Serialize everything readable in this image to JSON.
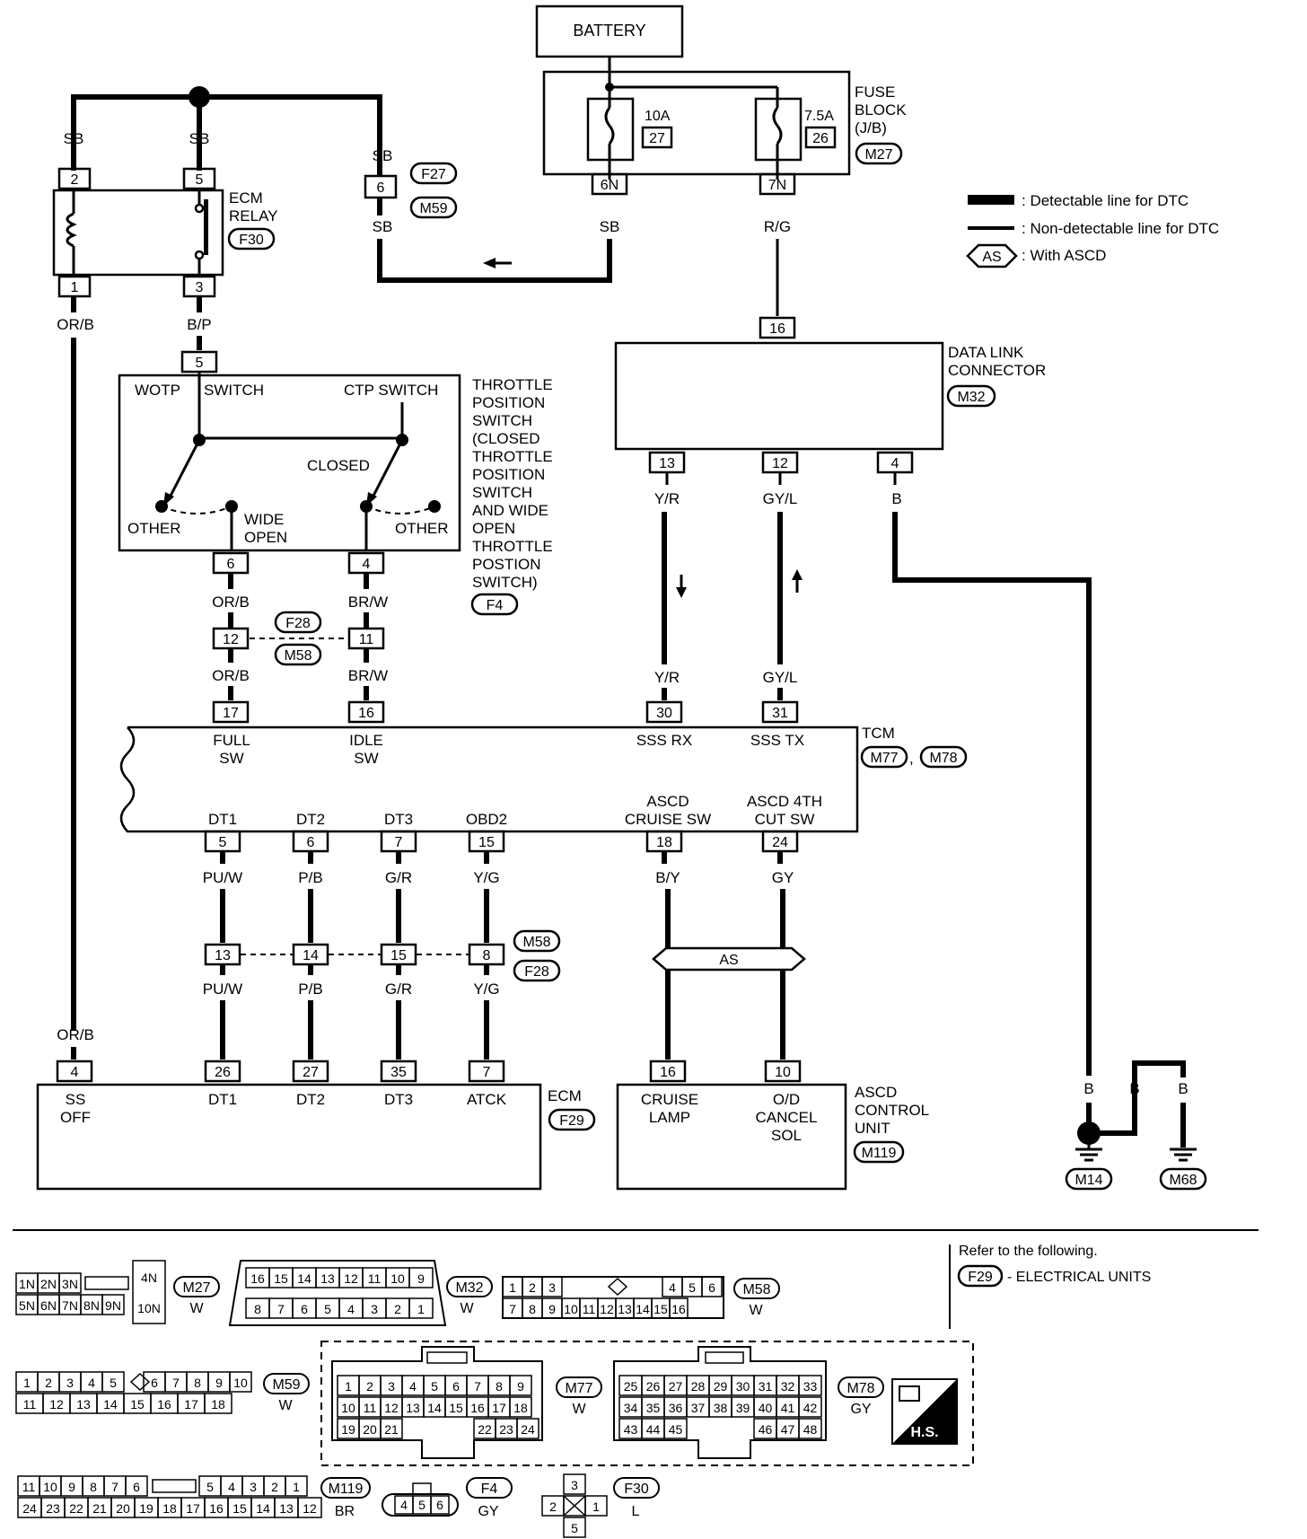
{
  "battery": "BATTERY",
  "fuse_block": {
    "line1": "FUSE",
    "line2": "BLOCK",
    "line3": "(J/B)",
    "ref": "M27",
    "fuse_a_rating": "10A",
    "fuse_a_no": "27",
    "fuse_b_rating": "7.5A",
    "fuse_b_no": "26",
    "pin_a": "6N",
    "pin_b": "7N"
  },
  "legend": {
    "detectable": ": Detectable line for DTC",
    "non_detectable": ": Non-detectable line for DTC",
    "asc_tag": "AS",
    "with_ascd": ": With ASCD"
  },
  "ecm_relay": {
    "line1": "ECM",
    "line2": "RELAY",
    "ref": "F30",
    "pins": [
      "2",
      "5",
      "1",
      "3"
    ]
  },
  "joint": {
    "pin": "6",
    "ref_a": "F27",
    "ref_b": "M59"
  },
  "tps": {
    "pin_top": "5",
    "wotp": "WOTP",
    "switch": "SWITCH",
    "ctp": "CTP SWITCH",
    "closed": "CLOSED",
    "other_l": "OTHER",
    "other_r": "OTHER",
    "wide": "WIDE",
    "open": "OPEN",
    "pin_6": "6",
    "pin_4": "4",
    "lines": [
      "THROTTLE",
      "POSITION",
      "SWITCH",
      "(CLOSED",
      "THROTTLE",
      "POSITION",
      "SWITCH",
      "AND WIDE",
      "OPEN",
      "THROTTLE",
      "POSTION",
      "SWITCH)"
    ],
    "ref": "F4"
  },
  "dlc": {
    "line1": "DATA LINK",
    "line2": "CONNECTOR",
    "ref": "M32",
    "pin_top": "16",
    "pins": [
      "13",
      "12",
      "4"
    ]
  },
  "wires": {
    "sb": "SB",
    "orb": "OR/B",
    "bp": "B/P",
    "rg": "R/G",
    "brw": "BR/W",
    "yr": "Y/R",
    "gyl": "GY/L",
    "b": "B",
    "puw": "PU/W",
    "pb": "P/B",
    "gr": "G/R",
    "yg": "Y/G",
    "by": "B/Y",
    "gy": "GY"
  },
  "mid_conn": {
    "pin_l": "12",
    "pin_r": "11",
    "ref_a": "F28",
    "ref_b": "M58"
  },
  "tcm": {
    "title": "TCM",
    "ref_a": "M77",
    "sep": ",",
    "ref_b": "M78",
    "top_pins": [
      "17",
      "16",
      "30",
      "31"
    ],
    "full": "FULL",
    "sw": "SW",
    "idle": "IDLE",
    "sw2": "SW",
    "sss_rx": "SSS RX",
    "sss_tx": "SSS TX",
    "dt1": "DT1",
    "dt2": "DT2",
    "dt3": "DT3",
    "obd2": "OBD2",
    "ascd_a1": "ASCD",
    "ascd_a2": "CRUISE SW",
    "ascd_b1": "ASCD 4TH",
    "ascd_b2": "CUT SW",
    "bot_pins": [
      "5",
      "6",
      "7",
      "15",
      "18",
      "24"
    ]
  },
  "low_conn": {
    "pins": [
      "13",
      "14",
      "15",
      "8"
    ],
    "ref_a": "M58",
    "ref_b": "F28"
  },
  "as_label": "AS",
  "ecm": {
    "title": "ECM",
    "ref": "F29",
    "pins": [
      "4",
      "26",
      "27",
      "35",
      "7"
    ],
    "ss": "SS",
    "off": "OFF",
    "dt1": "DT1",
    "dt2": "DT2",
    "dt3": "DT3",
    "atck": "ATCK"
  },
  "ascd_unit": {
    "line1": "ASCD",
    "line2": "CONTROL",
    "line3": "UNIT",
    "ref": "M119",
    "pins": [
      "16",
      "10"
    ],
    "cruise": "CRUISE",
    "lamp": "LAMP",
    "od": "O/D",
    "cancel": "CANCEL",
    "sol": "SOL"
  },
  "grounds": {
    "b1": "B",
    "b2": "B",
    "b3": "B",
    "ref_a": "M14",
    "ref_b": "M68"
  },
  "refer": {
    "line1": "Refer to the following.",
    "ref": "F29",
    "line2": "- ELECTRICAL UNITS"
  },
  "connectors": {
    "m27": {
      "ref": "M27",
      "color": "W",
      "row1": [
        "1N",
        "2N",
        "3N"
      ],
      "row2": [
        "5N",
        "6N",
        "7N",
        "8N",
        "9N"
      ],
      "p4n": "4N",
      "p10n": "10N"
    },
    "m32": {
      "ref": "M32",
      "color": "W",
      "row1": [
        "16",
        "15",
        "14",
        "13",
        "12",
        "11",
        "10",
        "9"
      ],
      "row2": [
        "8",
        "7",
        "6",
        "5",
        "4",
        "3",
        "2",
        "1"
      ]
    },
    "m58": {
      "ref": "M58",
      "color": "W",
      "row1a": [
        "1",
        "2",
        "3"
      ],
      "row1b": [
        "4",
        "5",
        "6"
      ],
      "row2": [
        "7",
        "8",
        "9",
        "10",
        "11",
        "12",
        "13",
        "14",
        "15",
        "16"
      ]
    },
    "m59": {
      "ref": "M59",
      "color": "W",
      "row1": [
        "1",
        "2",
        "3",
        "4",
        "5",
        "6",
        "7",
        "8",
        "9",
        "10"
      ],
      "row2": [
        "11",
        "12",
        "13",
        "14",
        "15",
        "16",
        "17",
        "18"
      ]
    },
    "m77": {
      "ref": "M77",
      "color": "W",
      "row1": [
        "1",
        "2",
        "3",
        "4",
        "5",
        "6",
        "7",
        "8",
        "9"
      ],
      "row2": [
        "10",
        "11",
        "12",
        "13",
        "14",
        "15",
        "16",
        "17",
        "18"
      ],
      "row3a": [
        "19",
        "20",
        "21"
      ],
      "row3b": [
        "22",
        "23",
        "24"
      ]
    },
    "m78": {
      "ref": "M78",
      "color": "GY",
      "row1": [
        "25",
        "26",
        "27",
        "28",
        "29",
        "30",
        "31",
        "32",
        "33"
      ],
      "row2": [
        "34",
        "35",
        "36",
        "37",
        "38",
        "39",
        "40",
        "41",
        "42"
      ],
      "row3a": [
        "43",
        "44",
        "45"
      ],
      "row3b": [
        "46",
        "47",
        "48"
      ]
    },
    "hs": "H.S.",
    "m119": {
      "ref": "M119",
      "color": "BR",
      "row1a": [
        "11",
        "10",
        "9",
        "8",
        "7",
        "6"
      ],
      "row1b": [
        "5",
        "4",
        "3",
        "2",
        "1"
      ],
      "row2": [
        "24",
        "23",
        "22",
        "21",
        "20",
        "19",
        "18",
        "17",
        "16",
        "15",
        "14",
        "13",
        "12"
      ]
    },
    "f4": {
      "ref": "F4",
      "color": "GY",
      "pins": [
        "4",
        "5",
        "6"
      ]
    },
    "f30": {
      "ref": "F30",
      "color": "L",
      "p3": "3",
      "p2": "2",
      "p1": "1",
      "p5": "5"
    }
  }
}
